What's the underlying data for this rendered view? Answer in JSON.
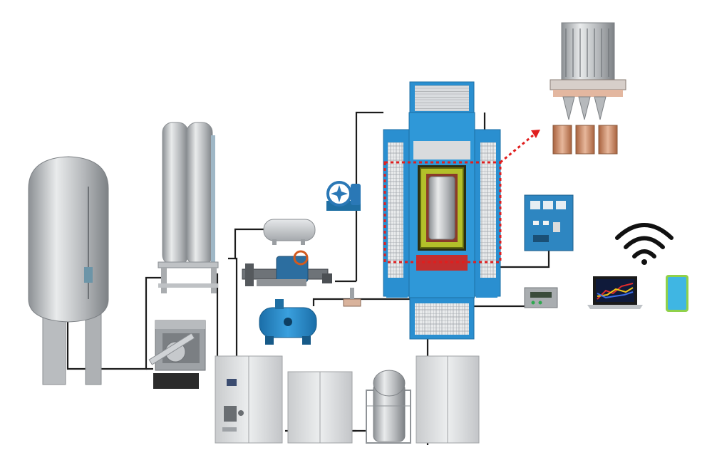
{
  "diagram": {
    "type": "equipment-schematic",
    "labels": [],
    "components": [
      {
        "name": "liquid-storage-tank",
        "color": "#b9bcbf"
      },
      {
        "name": "gas-cylinder-rack",
        "color": "#c9ccd0"
      },
      {
        "name": "vaporizer-unit",
        "color": "#9ea2a6"
      },
      {
        "name": "horizontal-pressure-tank",
        "color": "#c8cbce"
      },
      {
        "name": "compressor-assembly",
        "color": "#6e7378"
      },
      {
        "name": "blue-pump",
        "color": "#1f6fa3"
      },
      {
        "name": "vacuum-pump",
        "color": "#2a78b6"
      },
      {
        "name": "main-furnace",
        "color": "#2a8fd0"
      },
      {
        "name": "heating-zone-highlight",
        "color": "#e01e1e"
      },
      {
        "name": "control-panel",
        "color": "#2e86c1"
      },
      {
        "name": "controller-box",
        "color": "#a9adb0"
      },
      {
        "name": "heater-element-detail",
        "color": "#c48a6a"
      },
      {
        "name": "cabinets",
        "color": "#d7d9db"
      },
      {
        "name": "domed-vessel",
        "color": "#c2c5c8"
      },
      {
        "name": "laptop",
        "color": "#1a1a1a"
      },
      {
        "name": "smartphone",
        "color": "#3fb6e3"
      },
      {
        "name": "wifi-icon",
        "color": "#111111"
      }
    ]
  }
}
